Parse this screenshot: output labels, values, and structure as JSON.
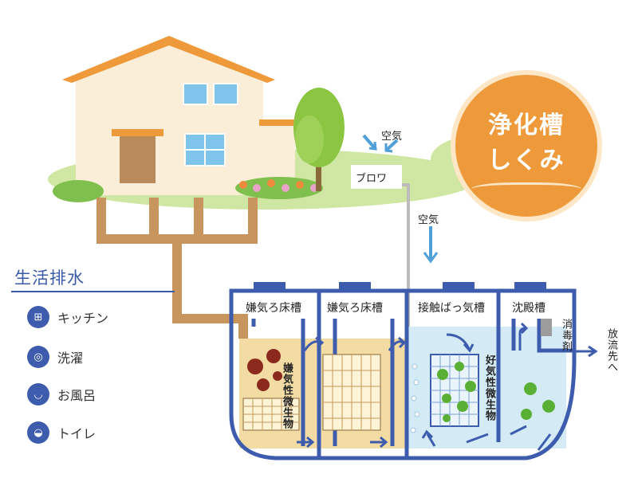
{
  "badge": {
    "line1": "浄化槽",
    "line2": "しくみ"
  },
  "legend": {
    "title": "生活排水",
    "items": [
      {
        "label": "キッチン",
        "icon": "kitchen-icon"
      },
      {
        "label": "洗濯",
        "icon": "washing-machine-icon"
      },
      {
        "label": "お風呂",
        "icon": "bathtub-icon"
      },
      {
        "label": "トイレ",
        "icon": "toilet-icon"
      }
    ]
  },
  "air_label_top": "空気",
  "air_label_mid": "空気",
  "blower_label": "ブロワ",
  "tanks": [
    {
      "label": "嫌気ろ床槽"
    },
    {
      "label": "嫌気ろ床槽"
    },
    {
      "label": "接触ばっ気槽"
    },
    {
      "label": "沈殿槽"
    }
  ],
  "vertical_labels": {
    "anaerobic": "嫌気性微生物",
    "aerobic": "好気性微生物",
    "disinfectant": "消毒剤",
    "outflow": "放流先へ"
  },
  "colors": {
    "pipe": "#c9955e",
    "tank_outline": "#3d5cae",
    "badge": "#ef9a3a",
    "roof": "#ef9a3a",
    "wall": "#fbeed8",
    "grass": "#cfe7a3",
    "water_anaerobic": "#f3dca3",
    "water_aerobic": "#d4ebf6",
    "microbe_dark": "#8b2a1c",
    "microbe_green": "#5ab035"
  }
}
